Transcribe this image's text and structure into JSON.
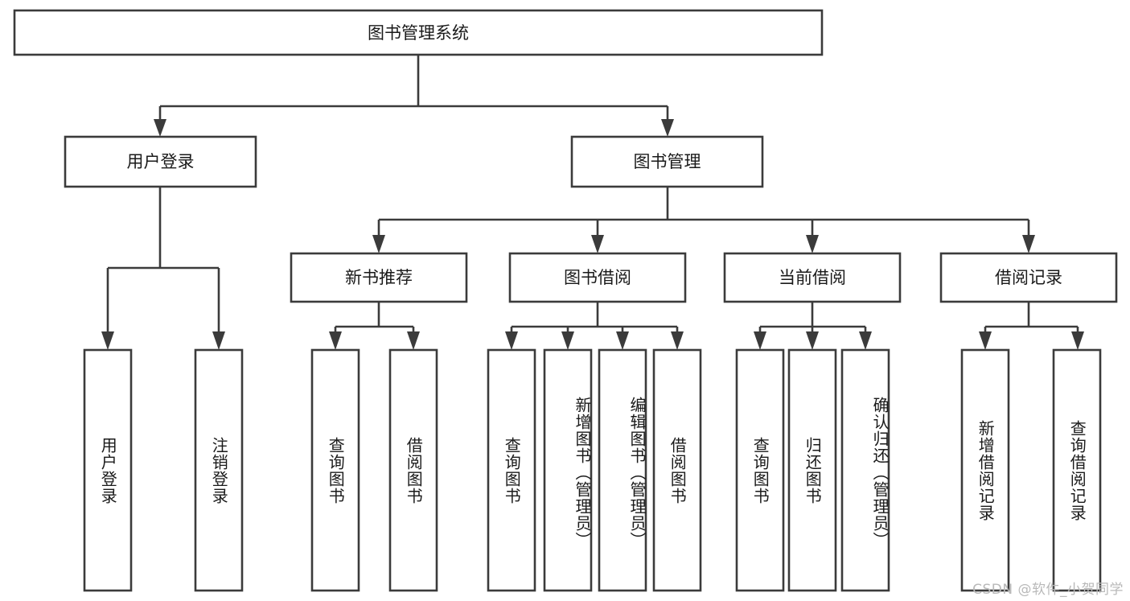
{
  "diagram": {
    "title": "图书管理系统",
    "type": "tree-hierarchy-flowchart",
    "root": {
      "id": "root",
      "label": "图书管理系统",
      "orientation": "horizontal"
    },
    "level2": [
      {
        "id": "user-login",
        "label": "用户登录",
        "orientation": "horizontal"
      },
      {
        "id": "book-management",
        "label": "图书管理",
        "orientation": "horizontal"
      }
    ],
    "level3": [
      {
        "id": "new-book-recommend",
        "label": "新书推荐",
        "orientation": "horizontal",
        "parent": "book-management"
      },
      {
        "id": "book-borrow",
        "label": "图书借阅",
        "orientation": "horizontal",
        "parent": "book-management"
      },
      {
        "id": "current-borrow",
        "label": "当前借阅",
        "orientation": "horizontal",
        "parent": "book-management"
      },
      {
        "id": "borrow-record",
        "label": "借阅记录",
        "orientation": "horizontal",
        "parent": "book-management"
      }
    ],
    "leaves": [
      {
        "id": "leaf-user-login",
        "label": "用户登录",
        "parent": "user-login",
        "orientation": "vertical"
      },
      {
        "id": "leaf-logout",
        "label": "注销登录",
        "parent": "user-login",
        "orientation": "vertical"
      },
      {
        "id": "leaf-query-book-1",
        "label": "查询图书",
        "parent": "new-book-recommend",
        "orientation": "vertical"
      },
      {
        "id": "leaf-borrow-book-1",
        "label": "借阅图书",
        "parent": "new-book-recommend",
        "orientation": "vertical"
      },
      {
        "id": "leaf-query-book-2",
        "label": "查询图书",
        "parent": "book-borrow",
        "orientation": "vertical"
      },
      {
        "id": "leaf-add-book",
        "label": "新增图书（管理员）",
        "parent": "book-borrow",
        "orientation": "vertical"
      },
      {
        "id": "leaf-edit-book",
        "label": "编辑图书（管理员）",
        "parent": "book-borrow",
        "orientation": "vertical"
      },
      {
        "id": "leaf-borrow-book-2",
        "label": "借阅图书",
        "parent": "book-borrow",
        "orientation": "vertical"
      },
      {
        "id": "leaf-query-book-3",
        "label": "查询图书",
        "parent": "current-borrow",
        "orientation": "vertical"
      },
      {
        "id": "leaf-return-book",
        "label": "归还图书",
        "parent": "current-borrow",
        "orientation": "vertical"
      },
      {
        "id": "leaf-confirm-return",
        "label": "确认归还（管理员）",
        "parent": "current-borrow",
        "orientation": "vertical"
      },
      {
        "id": "leaf-add-record",
        "label": "新增借阅记录",
        "parent": "borrow-record",
        "orientation": "vertical"
      },
      {
        "id": "leaf-query-record",
        "label": "查询借阅记录",
        "parent": "borrow-record",
        "orientation": "vertical"
      }
    ],
    "colors": {
      "box_stroke": "#3b3b3b",
      "box_fill": "#ffffff",
      "text": "#1a1a1a",
      "background": "#ffffff",
      "watermark": "#b9b9b9"
    }
  },
  "watermark": {
    "text": "CSDN @软件_小贺同学"
  }
}
